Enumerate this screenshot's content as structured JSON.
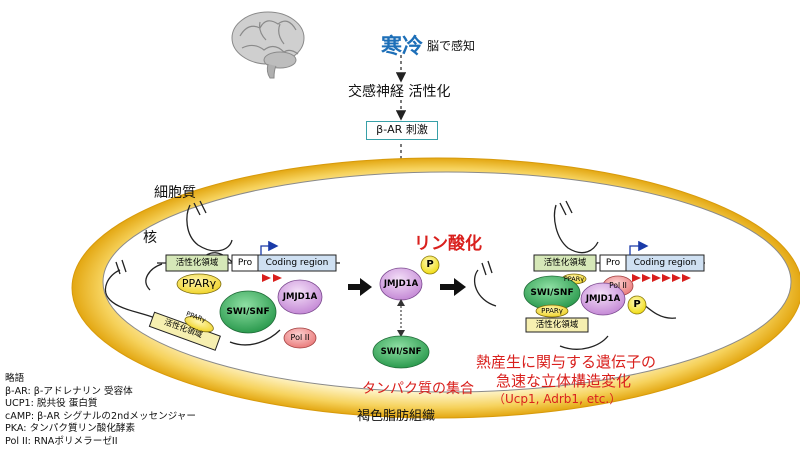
{
  "stimulus": {
    "cold": "寒冷",
    "sensed": "脳で感知"
  },
  "sympathetic": "交感神経 活性化",
  "receptor": "β-AR 刺激",
  "compartments": {
    "cytoplasm": "細胞質",
    "nucleus": "核",
    "tissue": "褐色脂肪組織"
  },
  "phosphorylation": "リン酸化",
  "gene_left": {
    "active": "活性化領域",
    "pro": "Pro",
    "coding": "Coding region"
  },
  "gene_right": {
    "active": "活性化領域",
    "pro": "Pro",
    "coding": "Coding region"
  },
  "proteins": {
    "ppar": "PPARγ",
    "ppar_small": "PPARγ",
    "swisnf": "SWI/SNF",
    "jmjd1a": "JMJD1A",
    "pol2": "Pol II",
    "p": "P"
  },
  "lower_active": "活性化領域",
  "right_lower_active": "活性化領域",
  "assembly": "タンパク質の集合",
  "result": {
    "line1": "熱産生に関与する遺伝子の",
    "line2": "急速な立体構造変化",
    "line3": "（Ucp1, Adrb1, etc.）"
  },
  "legend": {
    "title": "略語",
    "items": [
      "β-AR: β-アドレナリン 受容体",
      "UCP1: 脱共役 蛋白質",
      "cAMP: β-AR シグナルの2ndメッセンジャー",
      "PKA: タンパク質リン酸化酵素",
      "Pol II: RNAポリメラーゼII"
    ]
  },
  "colors": {
    "cell_gold": "#f2c12b",
    "ppar": "#f5d55a",
    "swisnf": "#3aa85c",
    "jmjd1a": "#d7a5e2",
    "pol2": "#ef8a8a",
    "p": "#f5e12a",
    "active_box": "#d6e8b8",
    "coding_box": "#cfe0f2",
    "accent_red": "#d9201d",
    "cold_blue": "#1d6fb8"
  }
}
